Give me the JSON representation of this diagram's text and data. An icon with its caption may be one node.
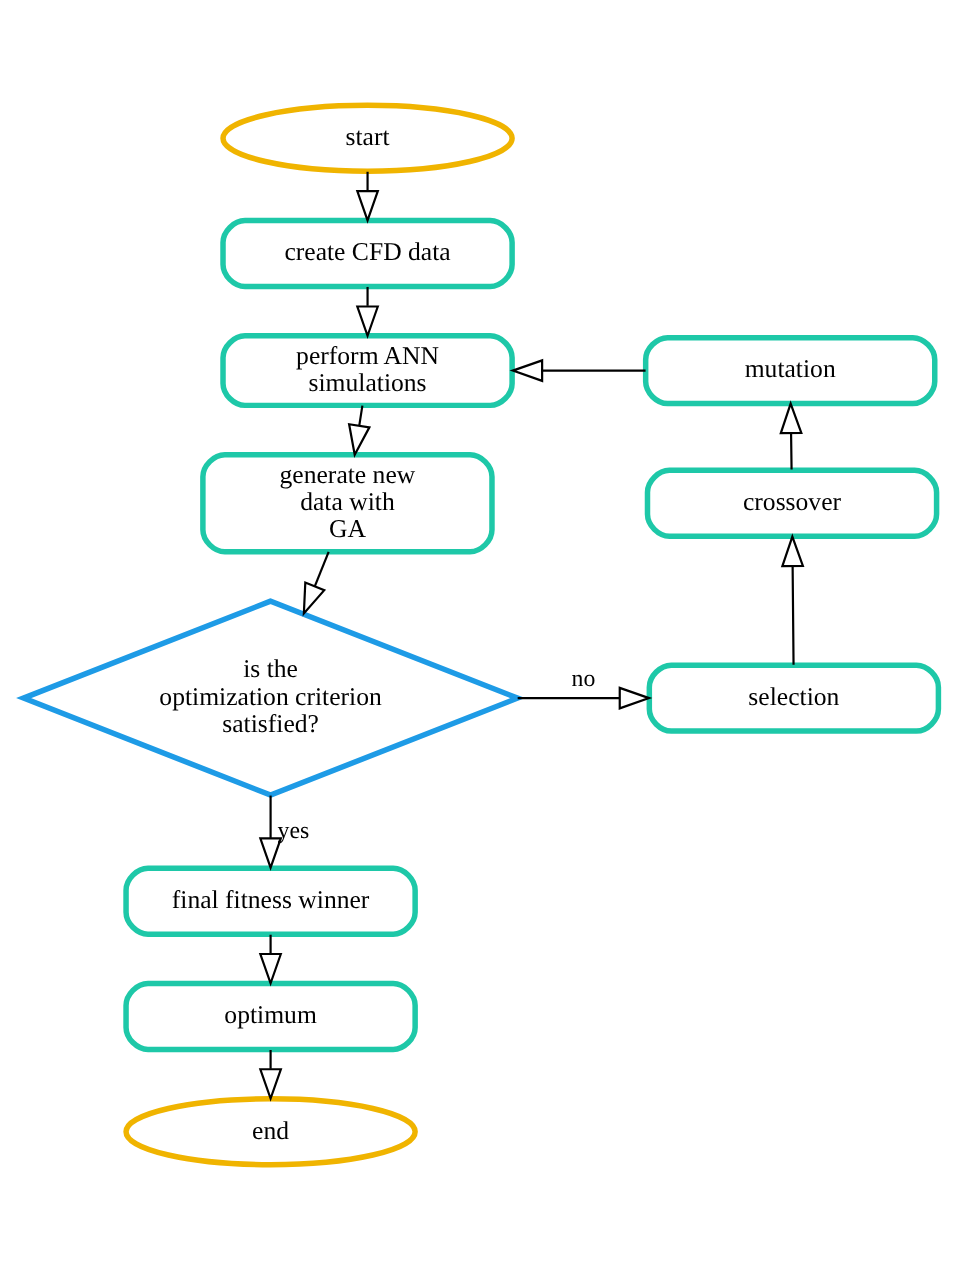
{
  "diagram": {
    "nodes": [
      {
        "text": [
          "start"
        ]
      },
      {
        "text": [
          "create CFD data"
        ]
      },
      {
        "text": [
          "perform ANN simulations"
        ]
      },
      {
        "text": [
          "generate new data with GA"
        ]
      },
      {
        "text": [
          "is the optimization criterion satisfied?"
        ]
      },
      {
        "text": [
          "final fitness winner"
        ]
      },
      {
        "text": [
          "optimum"
        ]
      },
      {
        "text": [
          "end"
        ]
      },
      {
        "text": [
          "mutation"
        ]
      },
      {
        "text": [
          "crossover"
        ]
      },
      {
        "text": [
          "selection"
        ]
      }
    ],
    "edges": [
      {
        "from": 0,
        "to": 1,
        "arrow": "to"
      },
      {
        "from": 1,
        "to": 2,
        "arrow": "to"
      },
      {
        "from": 2,
        "to": 3,
        "arrow": "to"
      },
      {
        "from": 3,
        "to": 4,
        "arrow": "to"
      },
      {
        "from": 4,
        "to": 5,
        "arrow": "to",
        "label": "yes"
      },
      {
        "from": 5,
        "to": 6,
        "arrow": "to"
      },
      {
        "from": 6,
        "to": 7,
        "arrow": "to"
      },
      {
        "from": 4,
        "to": 10,
        "arrow": "to",
        "label": "no"
      },
      {
        "from": 10,
        "to": 9,
        "arrow": "to"
      },
      {
        "from": 9,
        "to": 8,
        "arrow": "to"
      },
      {
        "from": 8,
        "to": 2,
        "arrow": "to"
      }
    ]
  }
}
